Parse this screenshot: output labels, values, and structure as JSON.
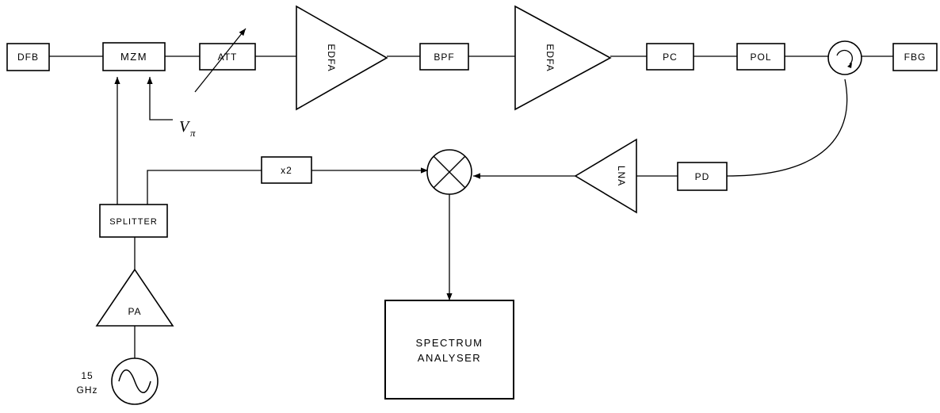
{
  "blocks": {
    "dfb": "DFB",
    "mzm": "MZM",
    "att": "ATT",
    "edfa1": "EDFA",
    "bpf": "BPF",
    "edfa2": "EDFA",
    "pc": "PC",
    "pol": "POL",
    "fbg": "FBG",
    "x2": "x2",
    "lna": "LNA",
    "pd": "PD",
    "splitter": "SPLITTER",
    "pa": "PA",
    "spectrum_line1": "SPECTRUM",
    "spectrum_line2": "ANALYSER"
  },
  "bias": {
    "symbol": "V",
    "subscript": "π"
  },
  "source": {
    "freq_value": "15",
    "freq_unit": "GHz"
  }
}
